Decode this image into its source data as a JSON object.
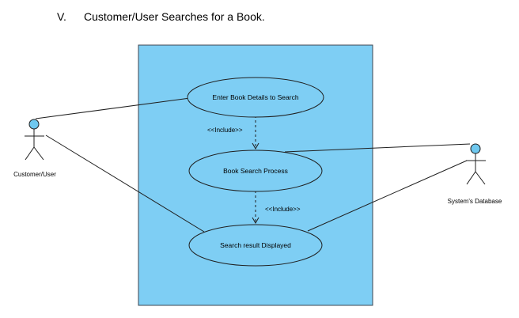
{
  "heading": {
    "number": "V.",
    "title": "Customer/User Searches for a Book."
  },
  "diagram": {
    "colors": {
      "system_fill": "#7ecef4",
      "system_stroke": "#3c4650",
      "usecase_fill": "#7ecef4",
      "actor_head_fill": "#6fc8ef",
      "line": "#1f1f1f"
    },
    "actors": {
      "customer": "Customer/User",
      "database": "System's Database"
    },
    "use_cases": {
      "enter_details": "Enter Book Details to Search",
      "search_process": "Book Search Process",
      "result_displayed": "Search result Displayed"
    },
    "relations": {
      "include_1": "<<Include>>",
      "include_2": "<<Include>>"
    }
  }
}
